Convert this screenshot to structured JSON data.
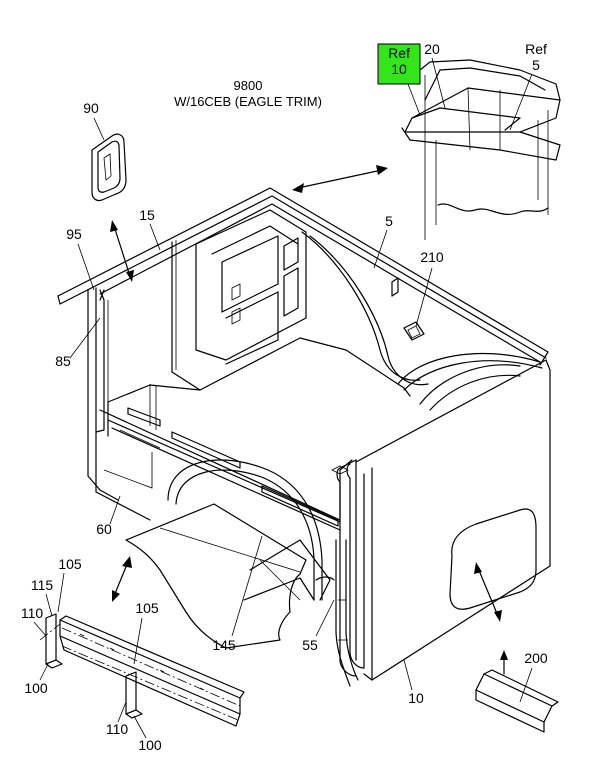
{
  "header": {
    "line1": "9800",
    "line2": "W/16CEB (EAGLE TRIM)"
  },
  "highlight": {
    "ref": "Ref",
    "num": "10",
    "color": "#33e51a"
  },
  "callouts": {
    "c20": "20",
    "ref5_ref": "Ref",
    "ref5_num": "5",
    "c90": "90",
    "c15": "15",
    "c95": "95",
    "c5": "5",
    "c210": "210",
    "c85": "85",
    "c60": "60",
    "c105a": "105",
    "c115": "115",
    "c110a": "110",
    "c100a": "100",
    "c105b": "105",
    "c145": "145",
    "c55": "55",
    "c110b": "110",
    "c100b": "100",
    "c10": "10",
    "c200": "200"
  }
}
